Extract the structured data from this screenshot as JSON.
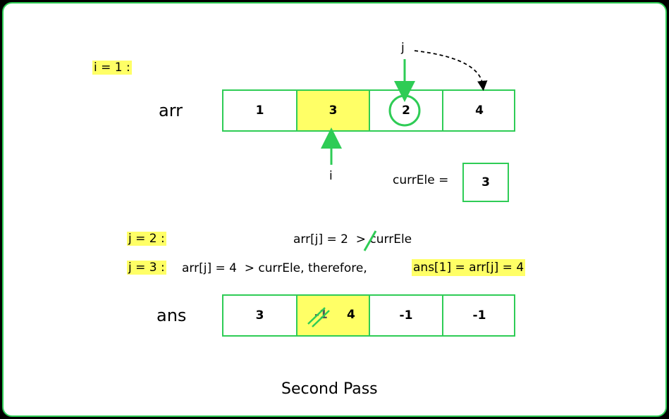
{
  "iter_label": "i = 1 :",
  "arr": {
    "label": "arr",
    "values": [
      "1",
      "3",
      "2",
      "4"
    ]
  },
  "pointers": {
    "i": "i",
    "j": "j"
  },
  "curr_ele": {
    "label": "currEle =",
    "value": "3"
  },
  "steps": {
    "j2": {
      "label": "j = 2 :",
      "text_before": "arr[j] = 2",
      "struck": ">",
      "text_after": "currEle"
    },
    "j3": {
      "label": "j = 3 :",
      "text": "arr[j] = 4  > currEle, therefore,",
      "result": "ans[1] = arr[j] = 4"
    }
  },
  "ans": {
    "label": "ans",
    "values": [
      "3",
      "-1",
      "-1",
      "-1"
    ],
    "updated_value": "4",
    "crossed_out": "-1"
  },
  "caption": "Second Pass",
  "colors": {
    "accent": "#2ecc55",
    "highlight": "#ffff66",
    "background": "#000000",
    "panel": "#ffffff"
  }
}
